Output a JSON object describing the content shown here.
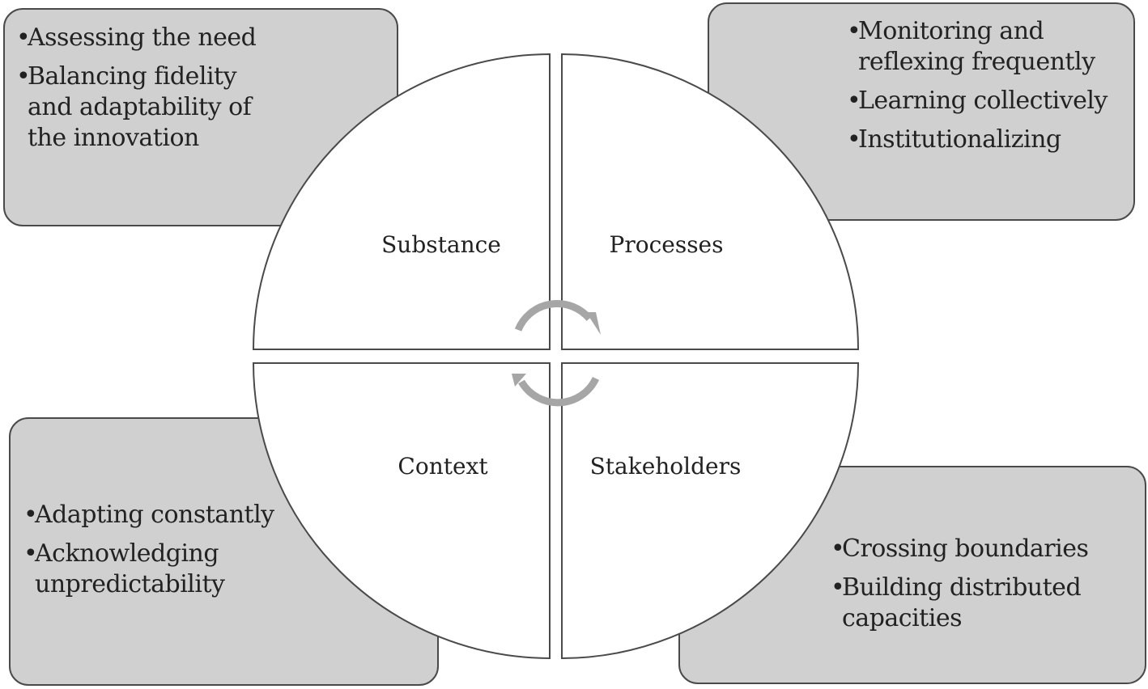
{
  "quadrants": {
    "substance": "Substance",
    "processes": "Processes",
    "context": "Context",
    "stakeholders": "Stakeholders"
  },
  "boxes": {
    "top_left": [
      "Assessing the need",
      "Balancing fidelity and adaptability of the innovation"
    ],
    "top_right": [
      "Monitoring and reflexing frequently",
      "Learning collectively",
      "Institutionalizing"
    ],
    "bottom_left": [
      "Adapting constantly",
      "Acknowledging unpredictability"
    ],
    "bottom_right": [
      "Crossing boundaries",
      "Building distributed capacities"
    ]
  },
  "colors": {
    "box_fill": "#d0d0d0",
    "outline": "#4a4a4a",
    "cycle_arrows": "#a6a6a6"
  },
  "icons": [
    "cycle-arrow-icon"
  ]
}
